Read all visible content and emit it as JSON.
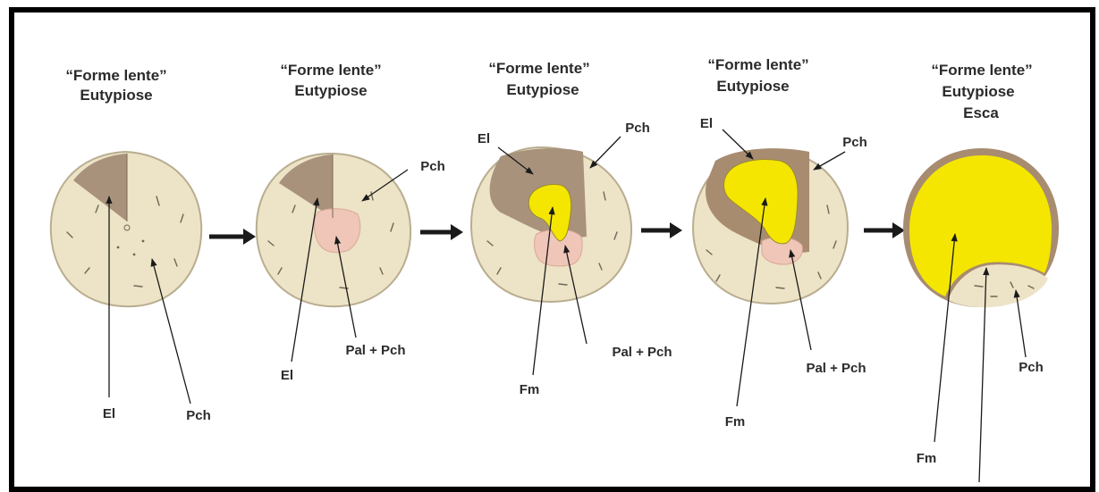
{
  "figure": {
    "stages": [
      {
        "title_line1": "“Forme lente”",
        "title_line2": "Eutypiose",
        "title_line3": "",
        "labels": {
          "a": "El",
          "b": "Pch"
        }
      },
      {
        "title_line1": "“Forme lente”",
        "title_line2": "Eutypiose",
        "title_line3": "",
        "labels": {
          "a": "Pch",
          "b": "El",
          "c": "Pal + Pch"
        }
      },
      {
        "title_line1": "“Forme lente”",
        "title_line2": "Eutypiose",
        "title_line3": "",
        "labels": {
          "a": "El",
          "b": "Pch",
          "c": "Fm",
          "d": "Pal + Pch"
        }
      },
      {
        "title_line1": "“Forme lente”",
        "title_line2": "Eutypiose",
        "title_line3": "",
        "labels": {
          "a": "El",
          "b": "Pch",
          "c": "Fm",
          "d": "Pal + Pch"
        }
      },
      {
        "title_line1": "“Forme lente”",
        "title_line2": "Eutypiose",
        "title_line3": "Esca",
        "labels": {
          "a": "Pch",
          "b": "Fm"
        }
      }
    ],
    "colors": {
      "healthy_wood": "#ede3c6",
      "necrosis_sector": "#a8927c",
      "brown_ring": "#a88c70",
      "pink_zone": "#efc6b8",
      "white_rot": "#f4e600",
      "frame": "#000000",
      "arrow": "#1a1a1a"
    }
  }
}
